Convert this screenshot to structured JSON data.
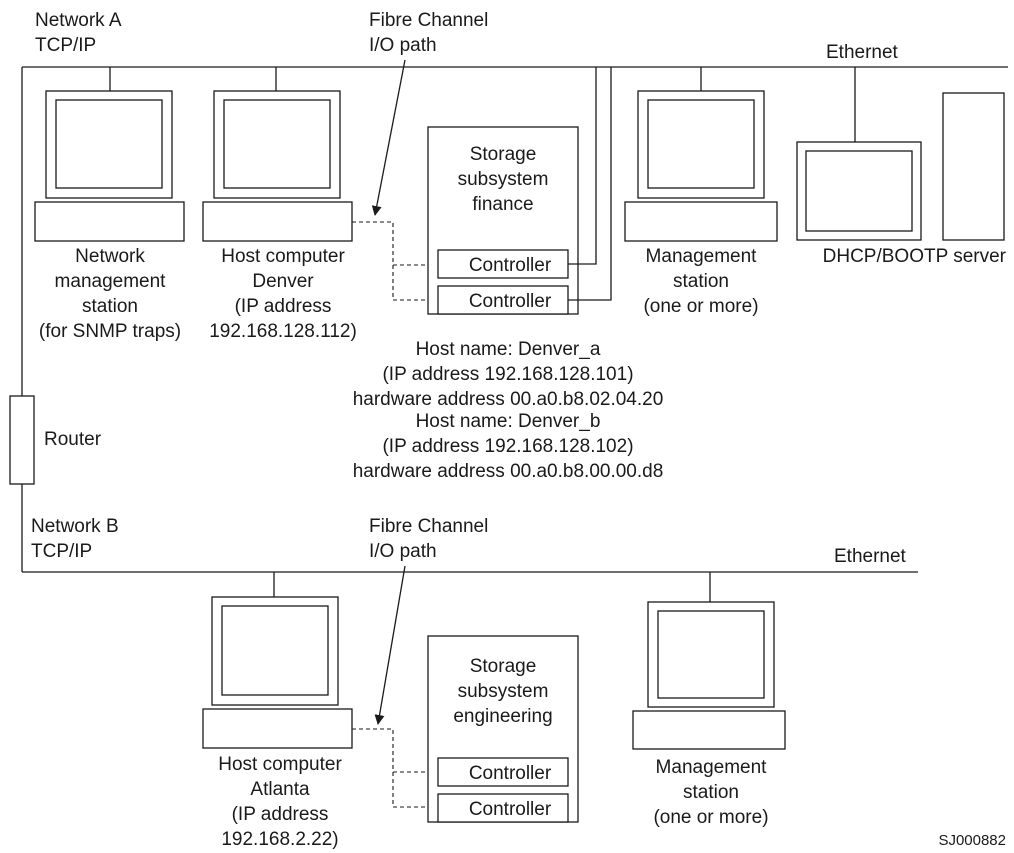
{
  "network_a": {
    "name": "Network A",
    "protocol": "TCP/IP",
    "ethernet_label": "Ethernet",
    "fibre_channel": [
      "Fibre Channel",
      "I/O path"
    ],
    "network_management_station": [
      "Network",
      "management",
      "station",
      "(for SNMP traps)"
    ],
    "host_computer": [
      "Host computer",
      "Denver",
      "(IP address",
      "192.168.128.112)"
    ],
    "storage_subsystem": [
      "Storage",
      "subsystem",
      "finance"
    ],
    "controller_label": "Controller",
    "management_station": [
      "Management",
      "station",
      "(one or more)"
    ],
    "dhcp_server": "DHCP/BOOTP server",
    "host_details": [
      "Host name: Denver_a",
      "(IP address 192.168.128.101)",
      "hardware address 00.a0.b8.02.04.20",
      "Host name: Denver_b",
      "(IP address 192.168.128.102)",
      "hardware address 00.a0.b8.00.00.d8"
    ]
  },
  "router": "Router",
  "network_b": {
    "name": "Network B",
    "protocol": "TCP/IP",
    "ethernet_label": "Ethernet",
    "fibre_channel": [
      "Fibre Channel",
      "I/O path"
    ],
    "host_computer": [
      "Host computer",
      "Atlanta",
      "(IP address",
      "192.168.2.22)"
    ],
    "storage_subsystem": [
      "Storage",
      "subsystem",
      "engineering"
    ],
    "controller_label": "Controller",
    "management_station": [
      "Management",
      "station",
      "(one or more)"
    ]
  },
  "figure_id": "SJ000882"
}
